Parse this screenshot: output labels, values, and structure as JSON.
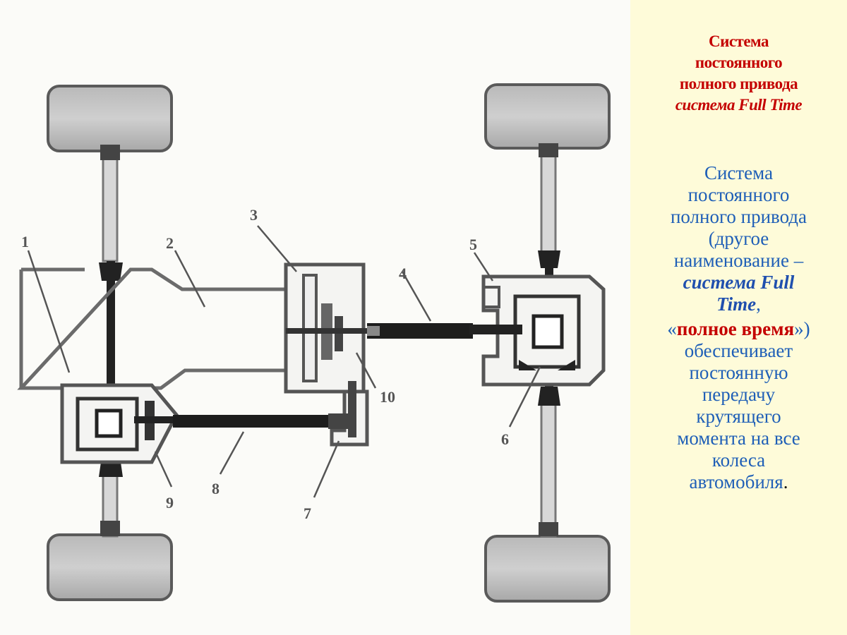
{
  "diagram": {
    "labels": [
      "1",
      "2",
      "3",
      "4",
      "5",
      "6",
      "7",
      "8",
      "9",
      "10"
    ]
  },
  "panel": {
    "title_lines": [
      "Система",
      "постоянного",
      "полного привода"
    ],
    "title_italic": "система Full Time",
    "body": {
      "l1": "Система",
      "l2": "постоянного",
      "l3": "полного привода",
      "l4": "(другое",
      "l5": "наименование –",
      "em1": "система Full",
      "em2": "Time",
      "comma": ",",
      "q_open": "«",
      "em3": "полное время",
      "q_close": "»)",
      "l7": "обеспечивает",
      "l8": "постоянную",
      "l9": "передачу",
      "l10": "крутящего",
      "l11": "момента на все",
      "l12": "колеса",
      "l13": "автомобиля",
      "period": "."
    }
  },
  "colors": {
    "title": "#c40000",
    "body": "#1f5fb7",
    "panel_bg": "#fefbd9"
  }
}
